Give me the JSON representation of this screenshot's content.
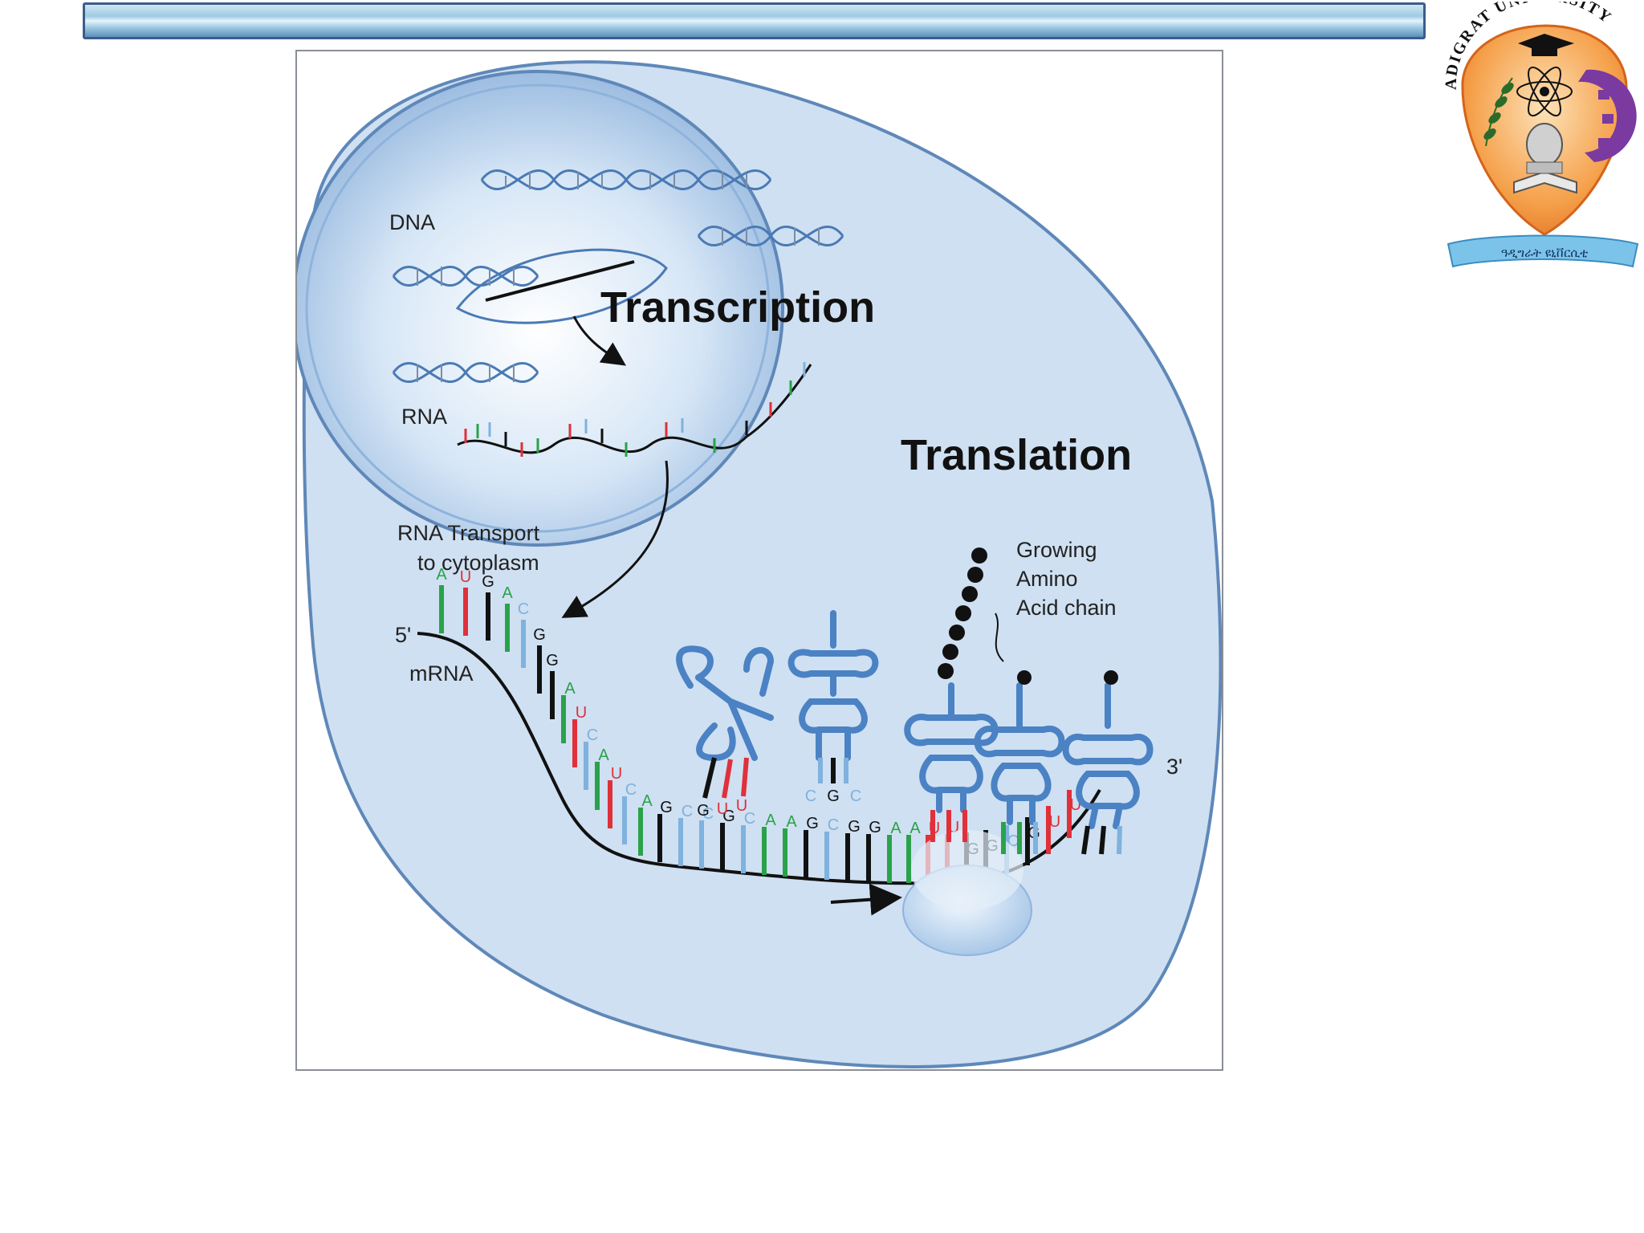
{
  "figure": {
    "labels": {
      "dna": "DNA",
      "transcription": "Transcription",
      "rna": "RNA",
      "translation": "Translation",
      "rna_transport_line1": "RNA Transport",
      "rna_transport_line2": "to cytoplasm",
      "five_prime": "5'",
      "three_prime": "3'",
      "mrna": "mRNA",
      "amino_line1": "Growing",
      "amino_line2": "Amino",
      "amino_line3": "Acid chain"
    },
    "mrna_bases": [
      "A",
      "U",
      "G",
      "A",
      "C",
      "G",
      "G",
      "A",
      "U",
      "C",
      "A",
      "U",
      "C",
      "A",
      "G",
      "C",
      "C",
      "G",
      "C",
      "A",
      "A",
      "G",
      "C",
      "G",
      "G",
      "A",
      "A",
      "U",
      "U",
      "G",
      "G",
      "C",
      "G",
      "U",
      "U"
    ],
    "trna_anticodons": [
      [
        "G",
        "U",
        "U"
      ],
      [
        "C",
        "G",
        "C"
      ]
    ],
    "colors": {
      "cell": "#cfe0f2",
      "cell_outline": "#5f88b9",
      "nucleus": "#a9c6e6",
      "trna": "#4a82c4",
      "base_A": "#2aa24a",
      "base_U": "#e0303a",
      "base_G": "#111111",
      "base_C": "#7fb2de"
    }
  },
  "logo": {
    "arc_text": "ADIGRAT UNIVERSITY",
    "ribbon_text": "ዓዲግራት ዩኒቨርሲቲ",
    "colors": {
      "shield": "#f5a04a",
      "gear": "#7a3aa0",
      "ribbon": "#7cc3ea"
    }
  }
}
